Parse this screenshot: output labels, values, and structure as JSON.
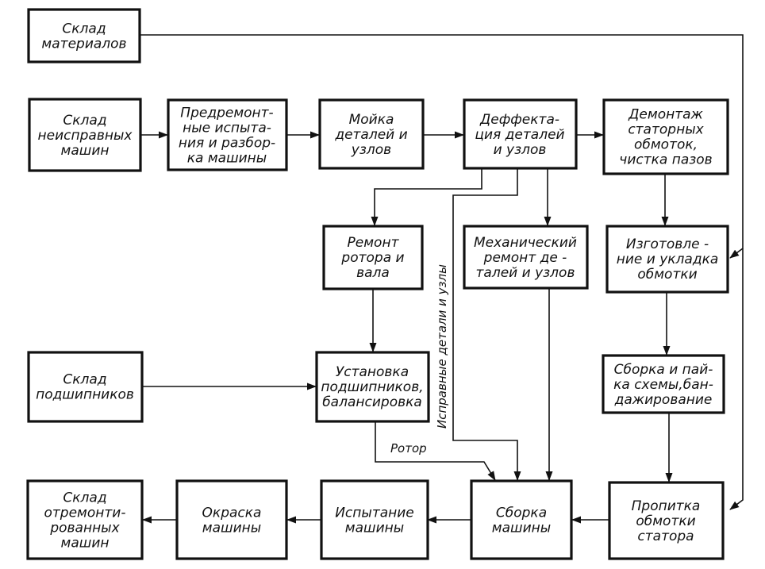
{
  "nodes": {
    "materials_store": {
      "lines": [
        "Склад",
        "материалов"
      ]
    },
    "faulty_store": {
      "lines": [
        "Склад",
        "неисправных",
        "машин"
      ]
    },
    "pre_repair_tests": {
      "lines": [
        "Предремонт-",
        "ные испыта-",
        "ния и разбор-",
        "ка машины"
      ]
    },
    "washing": {
      "lines": [
        "Мойка",
        "деталей и",
        "узлов"
      ]
    },
    "defect_detection": {
      "lines": [
        "Деффекта-",
        "ция деталей",
        "и узлов"
      ]
    },
    "stator_dismantling": {
      "lines": [
        "Демонтаж",
        "статорных",
        "обмоток,",
        "чистка пазов"
      ]
    },
    "rotor_repair": {
      "lines": [
        "Ремонт",
        "ротора и",
        "вала"
      ]
    },
    "mechanical_repair": {
      "lines": [
        "Механический",
        "ремонт де -",
        "талей и узлов"
      ]
    },
    "winding_making": {
      "lines": [
        "Изготовле -",
        "ние и укладка",
        "обмотки"
      ]
    },
    "bearings_store": {
      "lines": [
        "Склад",
        "подшипников"
      ]
    },
    "bearing_install": {
      "lines": [
        "Установка",
        "подшипников,",
        "балансировка"
      ]
    },
    "circuit_assembly": {
      "lines": [
        "Сборка и пай-",
        "ка схемы,бан-",
        "дажирование"
      ]
    },
    "repaired_store": {
      "lines": [
        "Склад",
        "отремонти-",
        "рованных",
        "машин"
      ]
    },
    "painting": {
      "lines": [
        "Окраска",
        "машины"
      ]
    },
    "machine_testing": {
      "lines": [
        "Испытание",
        "машины"
      ]
    },
    "machine_assembly": {
      "lines": [
        "Сборка",
        "машины"
      ]
    },
    "impregnation": {
      "lines": [
        "Пропитка",
        "обмотки",
        "статора"
      ]
    }
  },
  "edge_labels": {
    "rotor": "Ротор",
    "good_parts": "Исправные детали и узлы"
  }
}
